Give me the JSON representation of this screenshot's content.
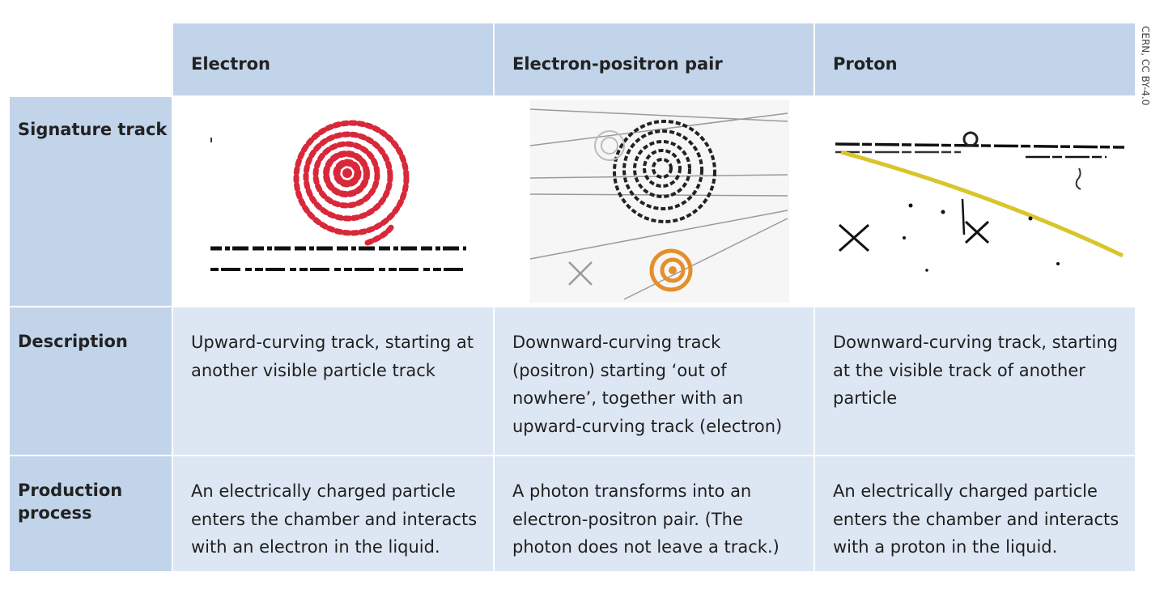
{
  "credit": "CERN, CC BY-4.0",
  "columns": [
    "Electron",
    "Electron-positron pair",
    "Proton"
  ],
  "rows": {
    "signature": "Signature track",
    "description": "Description",
    "production": "Production process"
  },
  "description": [
    "Upward-curving track, starting at another visible particle track",
    "Downward-curving track (positron) starting ‘out of nowhere’, together with an upward-curving track (electron)",
    "Downward-curving track, starting at the visible track of another particle"
  ],
  "production": [
    "An electrically charged particle enters the chamber and interacts with an electron in the liquid.",
    "A photon transforms into an electron-positron pair. (The photon does not leave a track.)",
    "An electrically charged particle enters the chamber and interacts with a proton in the liquid."
  ],
  "colors": {
    "header_bg": "#c2d4ea",
    "body_bg": "#dde7f3",
    "electron_track": "#d8283a",
    "positron_track": "#e58f2c",
    "proton_track": "#d9c52a"
  }
}
